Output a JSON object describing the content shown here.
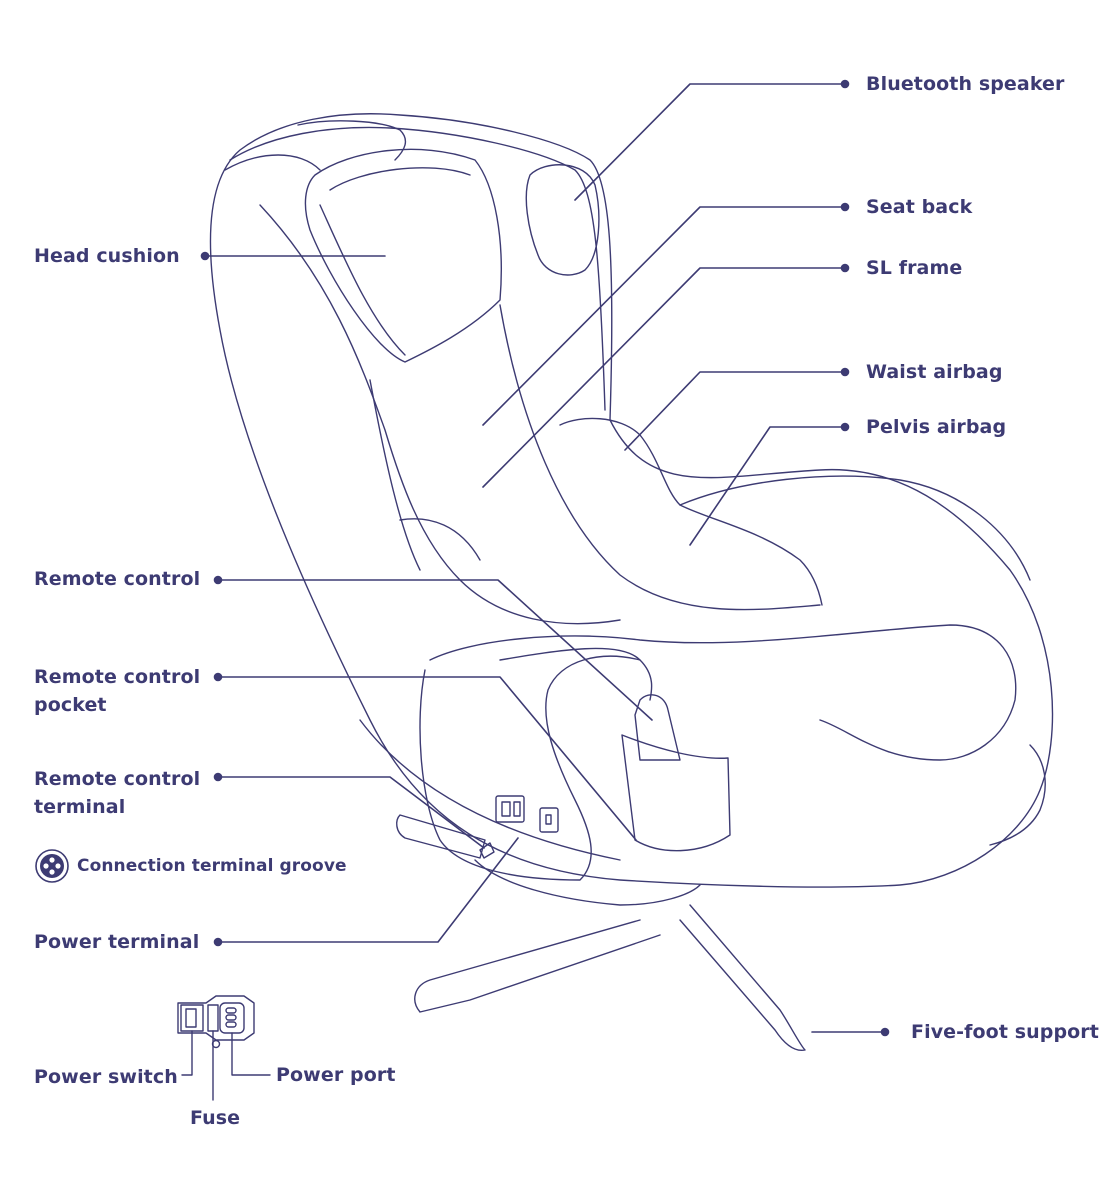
{
  "colors": {
    "ink": "#3d3b73",
    "line": "#3d3b73",
    "background": "#ffffff"
  },
  "labels": {
    "bluetooth_speaker": "Bluetooth speaker",
    "seat_back": "Seat back",
    "sl_frame": "SL frame",
    "waist_airbag": "Waist airbag",
    "pelvis_airbag": "Pelvis airbag",
    "head_cushion": "Head cushion",
    "remote_control": "Remote control",
    "remote_control_pocket_line1": "Remote control",
    "remote_control_pocket_line2": "pocket",
    "remote_control_terminal_line1": "Remote control",
    "remote_control_terminal_line2": "terminal",
    "connection_terminal_groove": "Connection terminal groove",
    "power_terminal": "Power terminal",
    "power_switch": "Power switch",
    "fuse": "Fuse",
    "power_port": "Power port",
    "five_foot_support": "Five-foot support"
  },
  "icons": {
    "groove": "connection-groove-icon",
    "power_module": "power-module-icon"
  }
}
